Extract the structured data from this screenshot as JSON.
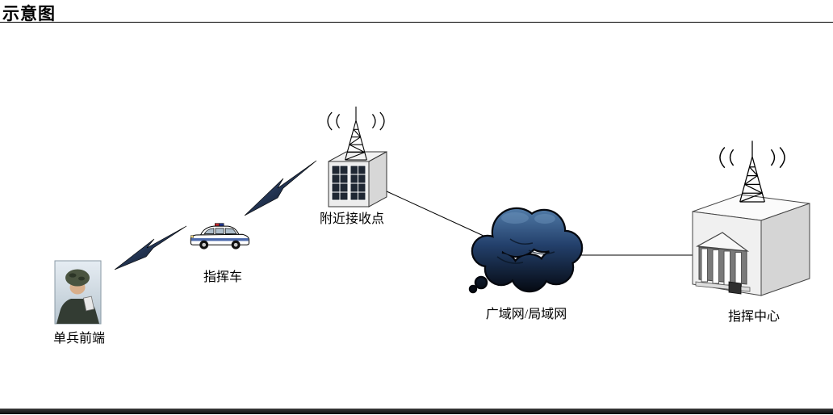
{
  "title": "示意图",
  "nodes": {
    "soldier": {
      "label": "单兵前端"
    },
    "command_vehicle": {
      "label": "指挥车"
    },
    "receiver": {
      "label": "附近接收点"
    },
    "network": {
      "label": "广域网/局域网"
    },
    "command_center": {
      "label": "指挥中心"
    }
  },
  "colors": {
    "link_line": "#000000",
    "lightning_light": "#3f5f94",
    "lightning_dark": "#05070d",
    "cloud_top": "#5580ad",
    "cloud_mid": "#23406b",
    "cloud_bottom": "#04070e"
  }
}
